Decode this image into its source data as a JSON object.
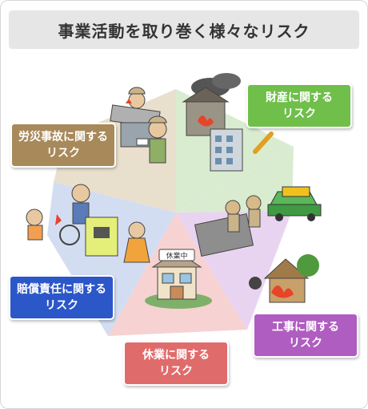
{
  "title": "事業活動を取り巻く様々なリスク",
  "segments": [
    {
      "id": "property",
      "label_line1": "財産に関する",
      "label_line2": "リスク",
      "color": "#6fbf4a",
      "sector_color": "#d9ecd0"
    },
    {
      "id": "construction",
      "label_line1": "工事に関する",
      "label_line2": "リスク",
      "color": "#b05dc1",
      "sector_color": "#e8d4f0"
    },
    {
      "id": "business_interruption",
      "label_line1": "休業に関する",
      "label_line2": "リスク",
      "color": "#e06b6b",
      "sector_color": "#f6d2d2"
    },
    {
      "id": "liability",
      "label_line1": "賠償責任に関する",
      "label_line2": "リスク",
      "color": "#2b57c9",
      "sector_color": "#d3ddf2"
    },
    {
      "id": "labor_accident",
      "label_line1": "労災事故に関する",
      "label_line2": "リスク",
      "color": "#a8895a",
      "sector_color": "#e9dfcd"
    }
  ],
  "illustrations": {
    "shop_sign": "休業中",
    "property": "burning-building-illustration",
    "construction": "construction-accident-illustration",
    "shop": "closed-shop-illustration",
    "liability": "bicycle-accident-illustration",
    "labor": "injured-worker-illustration"
  }
}
